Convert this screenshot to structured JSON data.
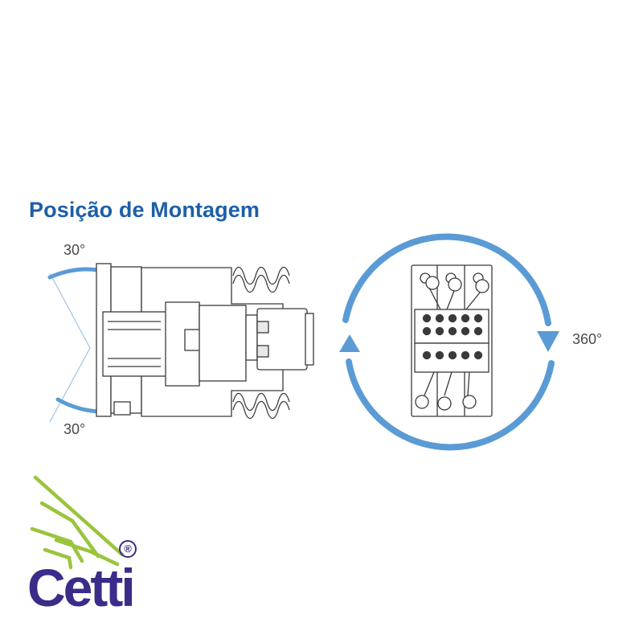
{
  "title": "Posição de Montagem",
  "angles": {
    "top": "30°",
    "bottom": "30°",
    "rotation": "360°"
  },
  "logo": {
    "brand": "Cetti",
    "registered": "®"
  },
  "icons": {
    "side_view": "contactor-side-view",
    "front_view": "contactor-front-view",
    "rotation": "circular-rotation-arrows"
  },
  "colors": {
    "title": "#1d5fa8",
    "arrow": "#5b9bd5",
    "logo_text": "#3b2c8a",
    "logo_mark": "#9ac43c"
  }
}
